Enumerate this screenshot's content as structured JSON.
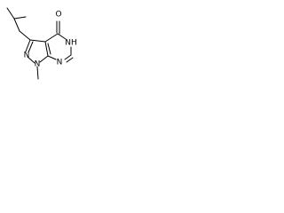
{
  "atom_labels": {
    "n1": "N",
    "n2": "N",
    "nh": "NH",
    "n7": "N",
    "o": "O"
  },
  "colors": {
    "bond": "#000000",
    "label": "#000000",
    "background": "#ffffff"
  }
}
